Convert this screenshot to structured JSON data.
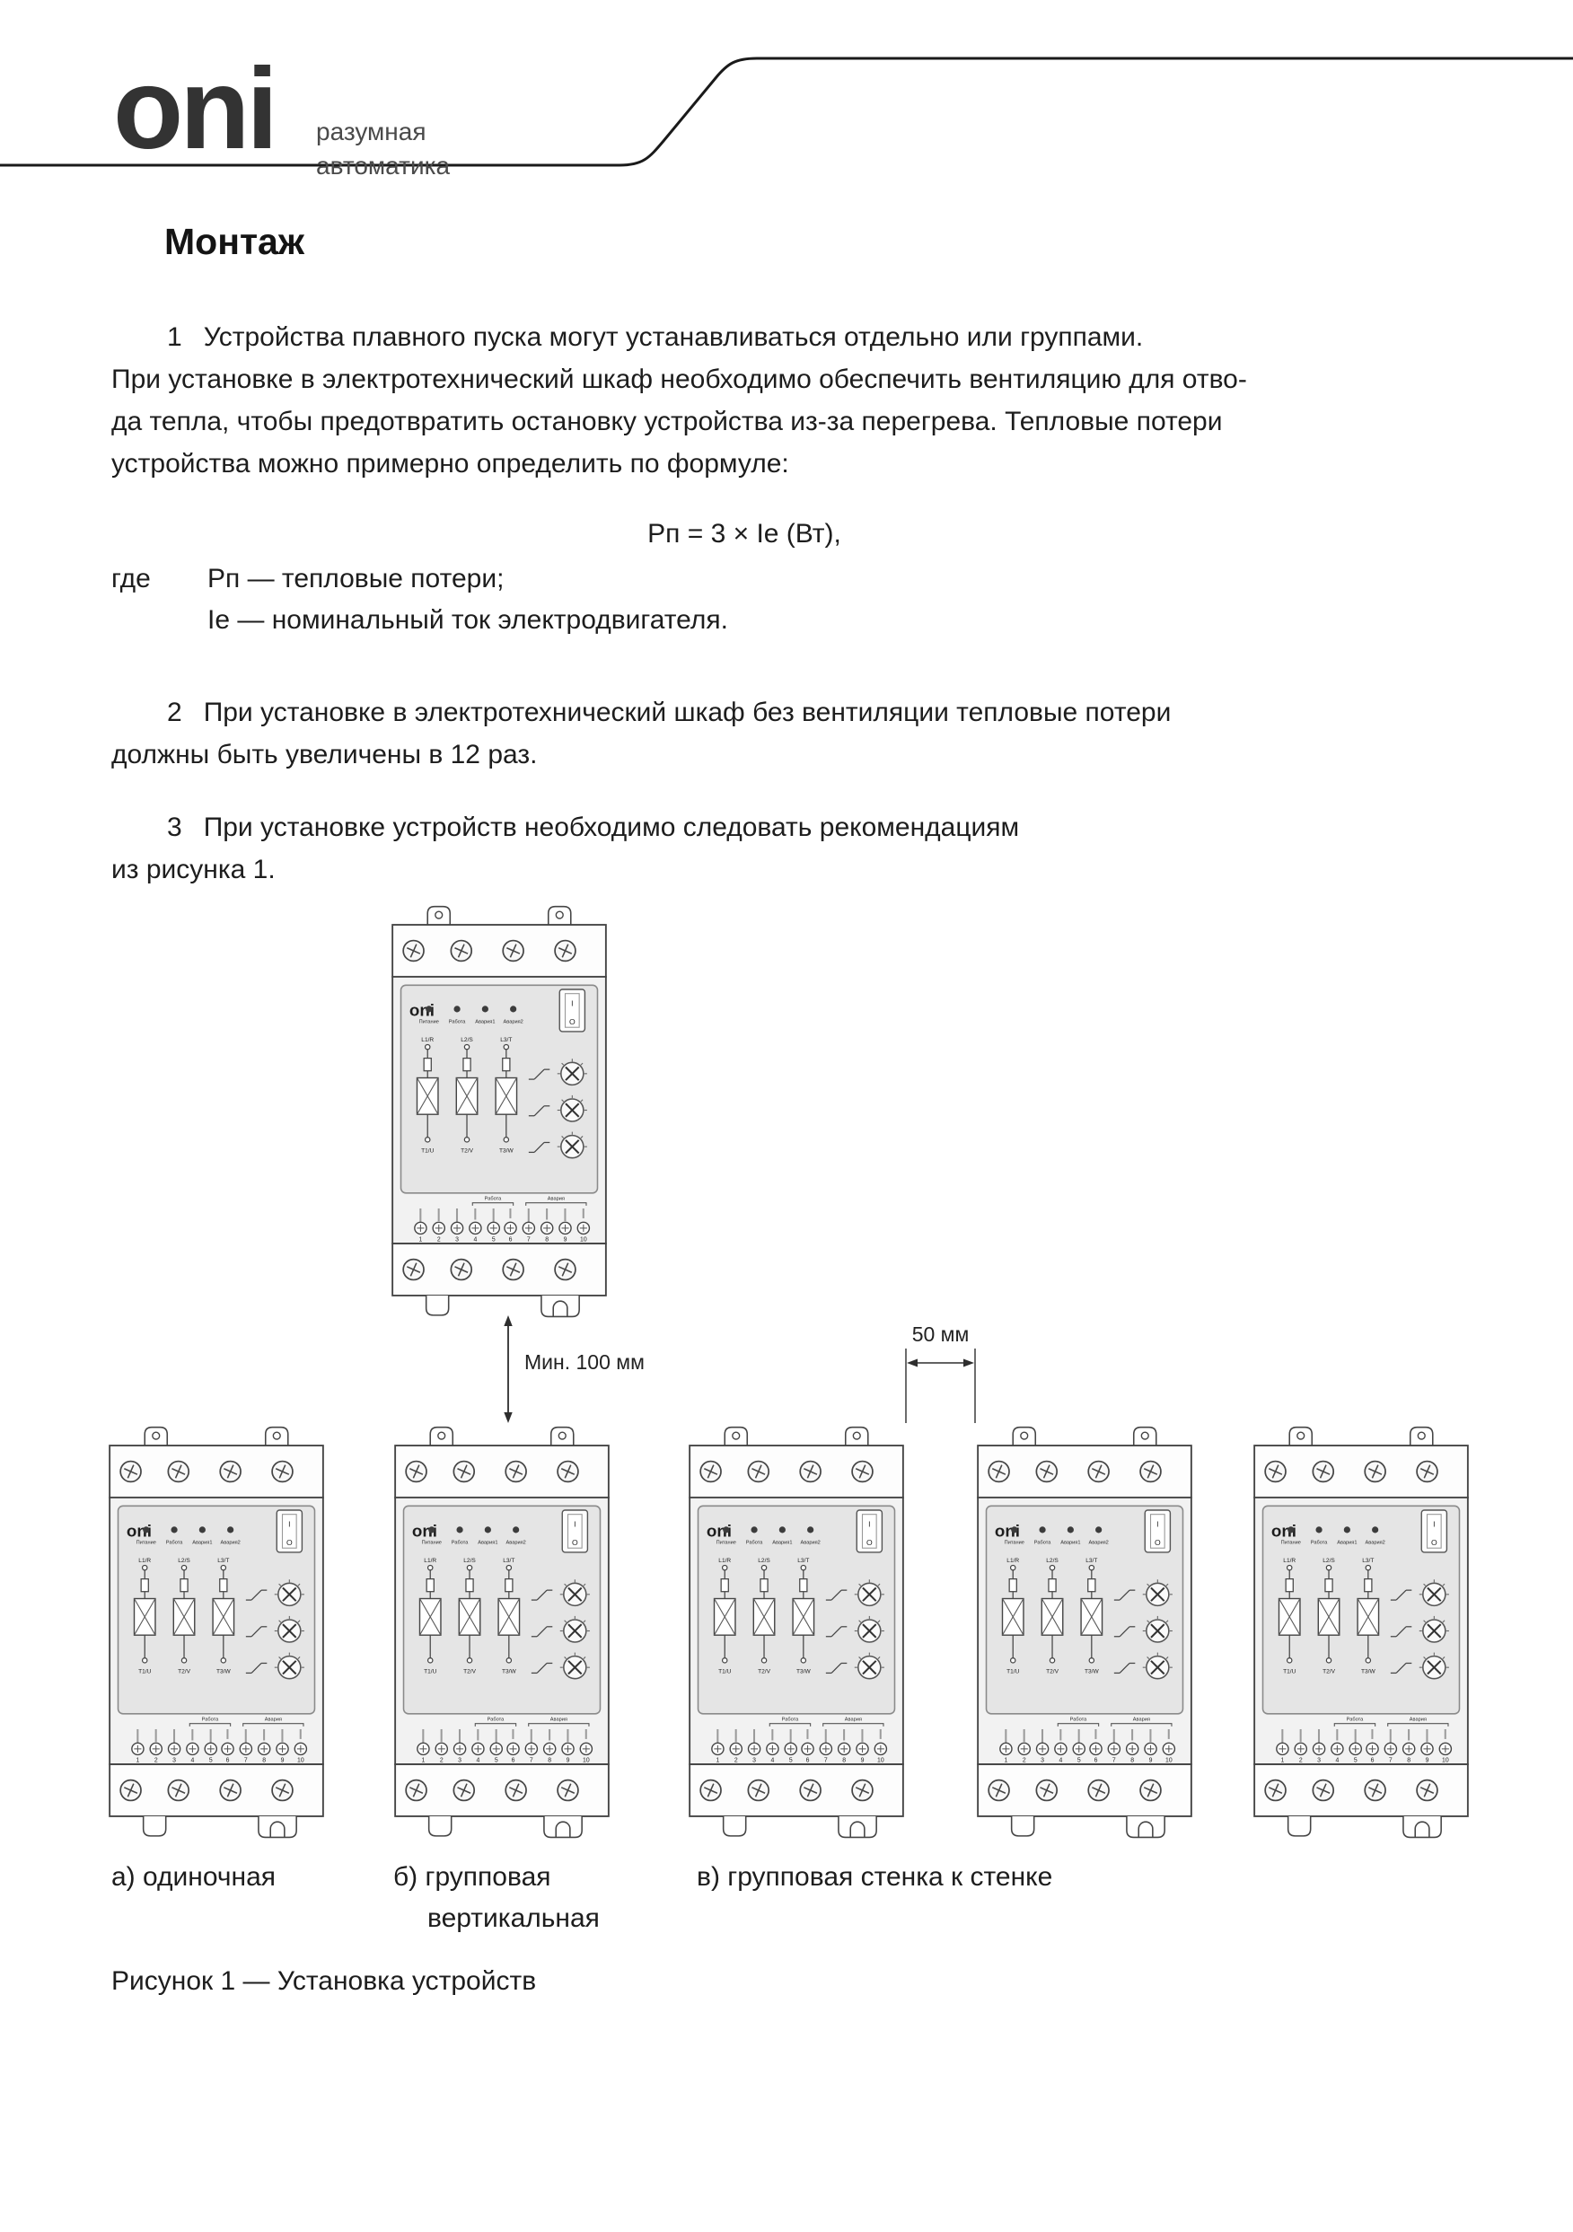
{
  "header": {
    "logo": "oni",
    "tagline": [
      "разумная",
      "автоматика"
    ]
  },
  "title": "Монтаж",
  "body": {
    "p1_num": "1",
    "p1": "Устройства плавного пуска могут устанавливаться отдельно или группами.\nПри установке в электротехнический шкаф необходимо обеспечить вентиляцию для отво-\nда тепла, чтобы предотвратить остановку устройства из-за перегрева. Тепловые потери\nустройства можно примерно определить по формуле:",
    "formula": "Рп = 3 ×  Ie (Вт),",
    "where_label": "где",
    "where_lines": [
      "Рп — тепловые потери;",
      "Ie — номинальный ток электродвигателя."
    ],
    "p2_num": "2",
    "p2": "При установке в электротехнический шкаф без вентиляции тепловые потери\nдолжны быть увеличены в 12 раз.",
    "p3_num": "3",
    "p3": "При установке устройств необходимо следовать рекомендациям\nиз рисунка 1."
  },
  "figure": {
    "dim_min100": "Мин. 100 мм",
    "dim_50": "50 мм",
    "label_a": "а) одиночная",
    "label_b_line1": "б) групповая",
    "label_b_line2": "вертикальная",
    "label_c": "в) групповая стенка к стенке",
    "caption": "Рисунок 1 — Установка устройств"
  },
  "device": {
    "brand": "oni",
    "leds": [
      "Питание",
      "Работа",
      "Авария1",
      "Авария2"
    ],
    "inputs": [
      "L1/R",
      "L2/S",
      "L3/T"
    ],
    "outputs": [
      "T1/U",
      "T2/V",
      "T3/W"
    ],
    "groups": [
      "Работа",
      "Авария"
    ],
    "terminals": [
      "1",
      "2",
      "3",
      "4",
      "5",
      "6",
      "7",
      "8",
      "9",
      "10"
    ],
    "switch_on": "I",
    "switch_off": "O"
  }
}
